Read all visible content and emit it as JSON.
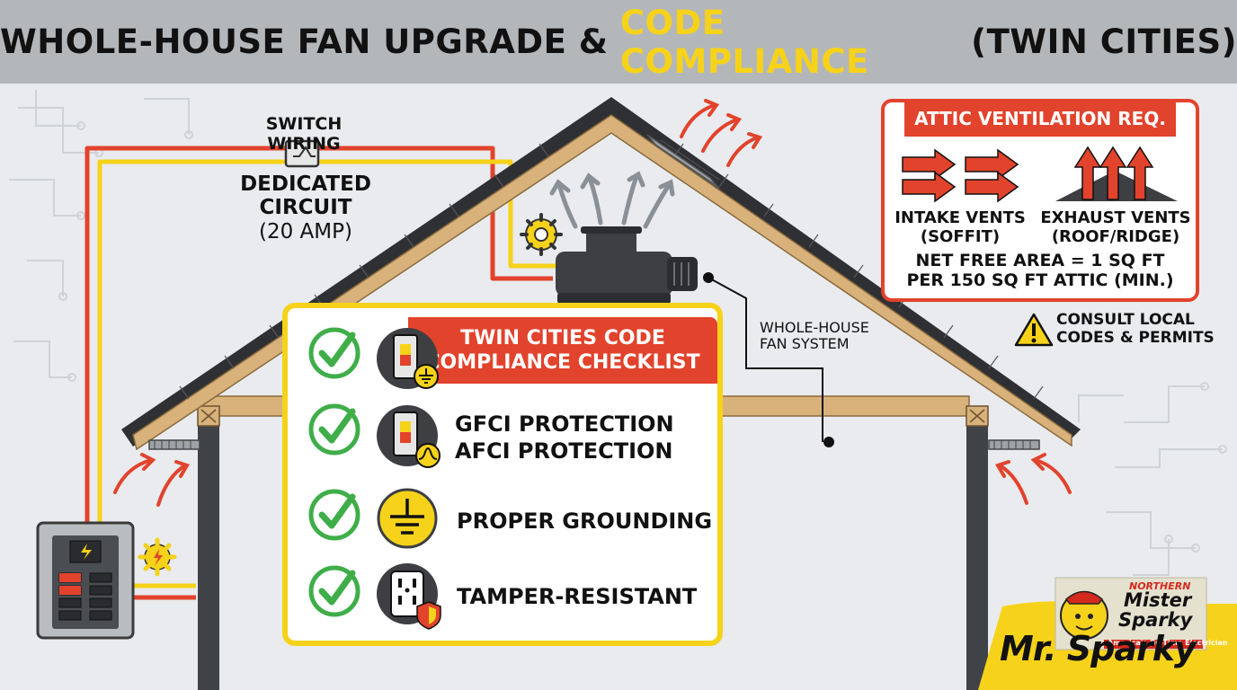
{
  "title": {
    "prefix": "WHOLE-HOUSE FAN UPGRADE & ",
    "highlight": "CODE COMPLIANCE",
    "suffix": " (TWIN CITIES)"
  },
  "wiring": {
    "switch_label": "SWITCH WIRING",
    "circuit_line1": "DEDICATED CIRCUIT",
    "circuit_line2": "(20 AMP)"
  },
  "fan": {
    "label_line1": "WHOLE-HOUSE",
    "label_line2": "FAN SYSTEM"
  },
  "checklist": {
    "title_line1": "TWIN CITIES CODE",
    "title_line2": "COMPLIANCE CHECKLIST",
    "items": [
      {
        "icon": "breaker-ground-icon",
        "line1": "",
        "line2": ""
      },
      {
        "icon": "gfci-afci-icon",
        "line1": "GFCI PROTECTION",
        "line2": "AFCI PROTECTION"
      },
      {
        "icon": "ground-icon",
        "line1": "PROPER GROUNDING",
        "line2": ""
      },
      {
        "icon": "tamper-outlet-icon",
        "line1": "TAMPER-RESISTANT",
        "line2": ""
      }
    ]
  },
  "attic": {
    "title": "ATTIC VENTILATION REQ.",
    "intake_line1": "INTAKE VENTS",
    "intake_line2": "(SOFFIT)",
    "exhaust_line1": "EXHAUST VENTS",
    "exhaust_line2": "(ROOF/RIDGE)",
    "nfa_line1": "NET FREE AREA = 1 SQ FT",
    "nfa_line2": "PER 150 SQ FT ATTIC (MIN.)"
  },
  "notice": {
    "line1": "CONSULT LOCAL",
    "line2": "CODES & PERMITS"
  },
  "logo": {
    "northern": "NORTHERN",
    "mister": "Mister",
    "sparky": "Sparky",
    "tagline": "America's On-Time Electrician",
    "wordmark": "Mr. Sparky"
  },
  "colors": {
    "accent_yellow": "#f6d21a",
    "accent_red": "#e2432c",
    "check_green": "#3fae49",
    "roof_dark": "#3a3a3a",
    "wood": "#d8b27a"
  }
}
